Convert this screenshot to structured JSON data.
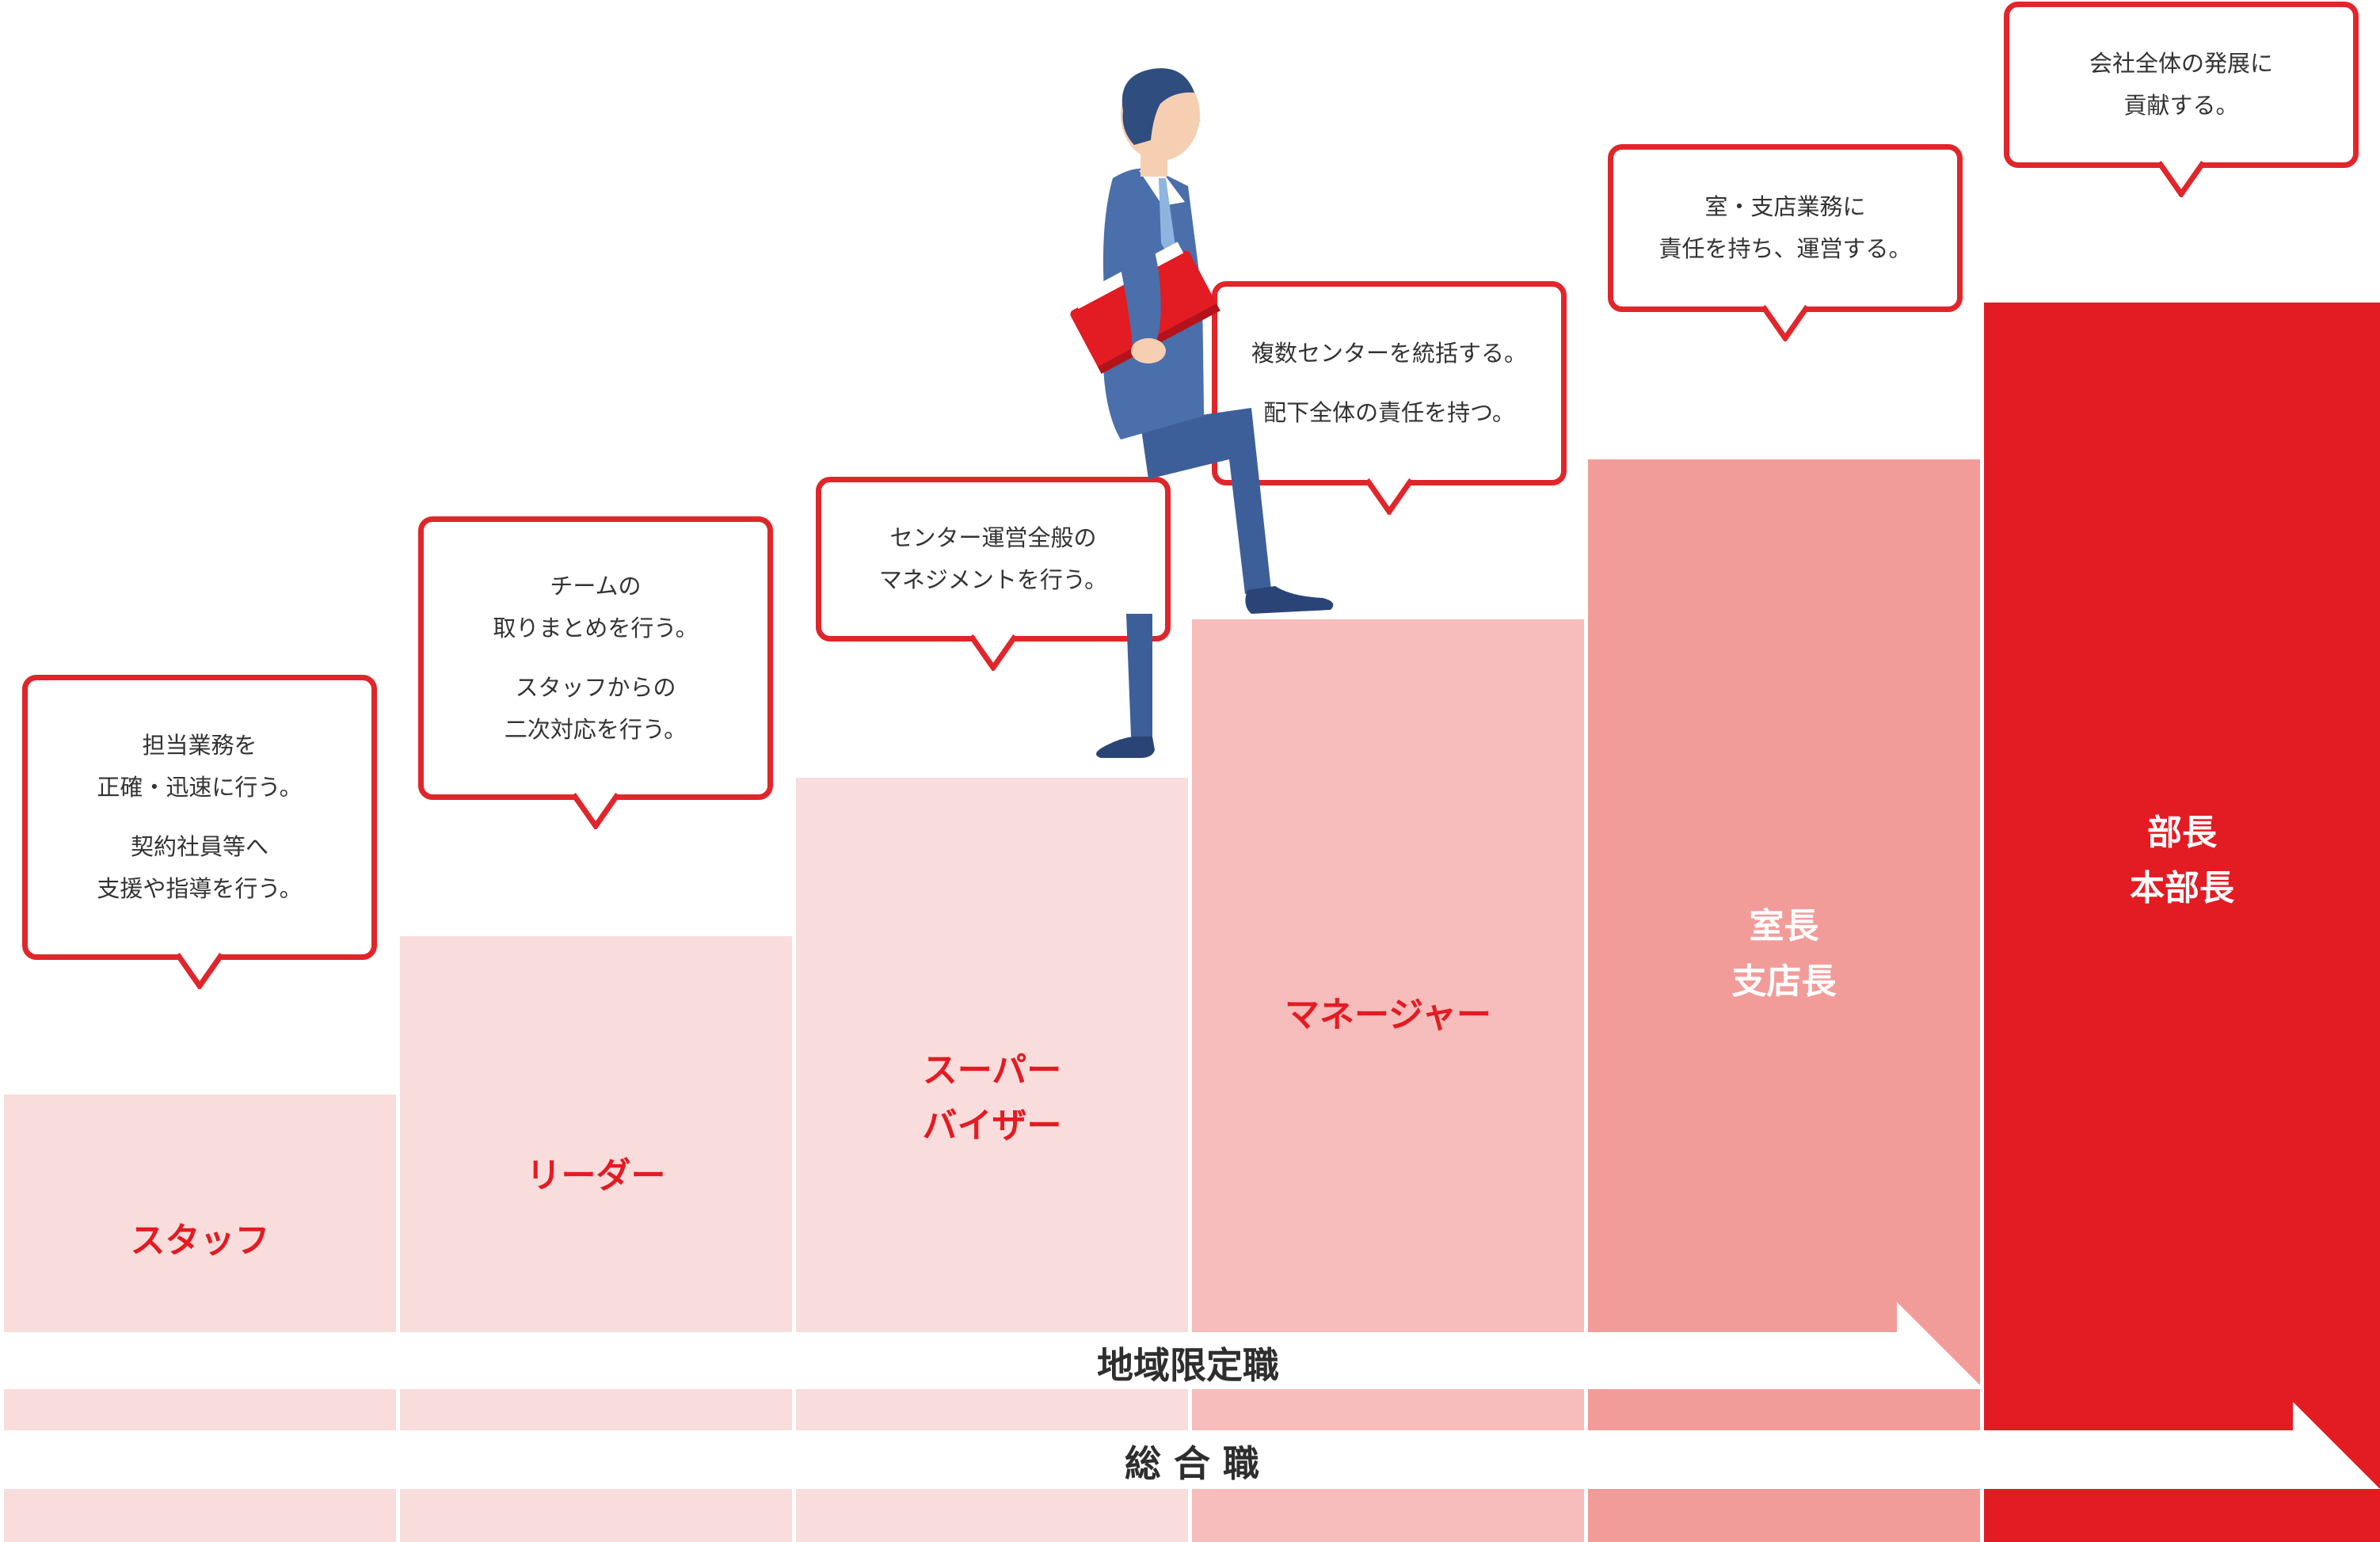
{
  "steps": [
    {
      "id": "staff",
      "label": "スタッフ",
      "color": "#f9dcdc",
      "text_color": "#e31b23"
    },
    {
      "id": "leader",
      "label": "リーダー",
      "color": "#f9dcdc",
      "text_color": "#e31b23"
    },
    {
      "id": "supervisor",
      "label": "スーパー\nバイザー",
      "color": "#f9dcdc",
      "text_color": "#e31b23"
    },
    {
      "id": "manager",
      "label": "マネージャー",
      "color": "#f7bcbc",
      "text_color": "#e31b23"
    },
    {
      "id": "office-head",
      "label": "室長\n支店長",
      "color": "#f29c9a",
      "text_color": "#ffffff"
    },
    {
      "id": "director",
      "label": "部長\n本部長",
      "color": "#e31b23",
      "text_color": "#ffffff"
    }
  ],
  "bubbles": [
    {
      "paragraphs": [
        "担当業務を\n正確・迅速に行う。",
        "契約社員等へ\n支援や指導を行う。"
      ]
    },
    {
      "paragraphs": [
        "チームの\n取りまとめを行う。",
        "スタッフからの\n二次対応を行う。"
      ]
    },
    {
      "paragraphs": [
        "センター運営全般の\nマネジメントを行う。"
      ]
    },
    {
      "paragraphs": [
        "複数センターを統括する。",
        "配下全体の責任を持つ。"
      ]
    },
    {
      "paragraphs": [
        "室・支店業務に\n責任を持ち、運営する。"
      ]
    },
    {
      "paragraphs": [
        "会社全体の発展に\n貢献する。"
      ]
    }
  ],
  "tracks": {
    "regional_label": "地域限定職",
    "general_label": "総 合 職"
  },
  "colors": {
    "accent_red": "#e31b23",
    "bubble_border": "#e0262b",
    "suit_blue": "#3d5f99"
  }
}
